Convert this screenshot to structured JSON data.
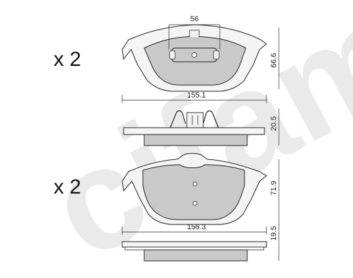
{
  "colors": {
    "pad_fill": "#c9c9c9",
    "backing_fill": "#f4f4f4",
    "outline": "#222222",
    "watermark": "#e3e3e3"
  },
  "quantity": {
    "top": "x 2",
    "bottom": "x 2"
  },
  "watermark": {
    "text": "cifam"
  },
  "dimensions": {
    "top_clip_width": "56",
    "top_pad_height": "66.6",
    "top_pad_width": "155.1",
    "top_thickness": "20.5",
    "bottom_pad_height": "71.9",
    "bottom_pad_width": "156.3",
    "bottom_thickness": "19.5"
  },
  "icons": {
    "clip": "spring-clip-icon",
    "wear_sensor": "wear-sensor-icon"
  }
}
